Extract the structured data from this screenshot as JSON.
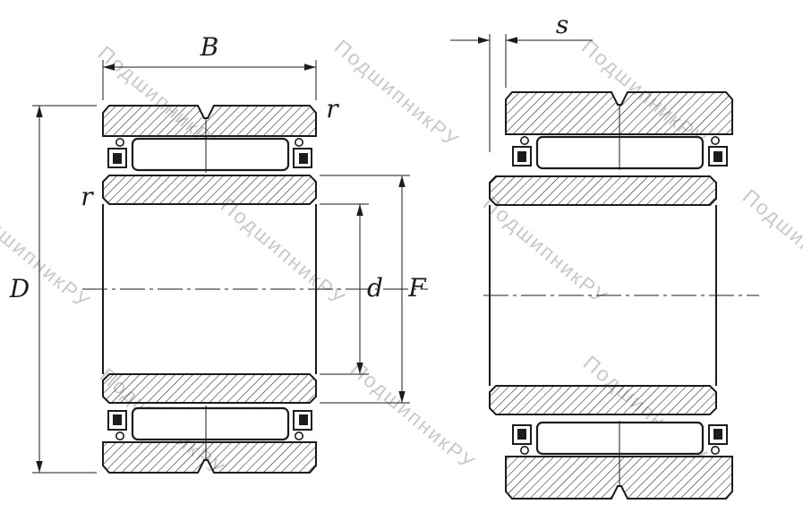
{
  "drawing": {
    "description": "Needle roller bearing with inner ring, two sectional views",
    "labels": {
      "B": "B",
      "D": "D",
      "d": "d",
      "F": "F",
      "r_outer": "r",
      "r_inner": "r",
      "s": "s"
    }
  },
  "watermark": {
    "text": "ПодшипникРУ"
  },
  "colors": {
    "line": "#1c1c1c",
    "watermark": "#97a0aa",
    "background": "#ffffff"
  }
}
